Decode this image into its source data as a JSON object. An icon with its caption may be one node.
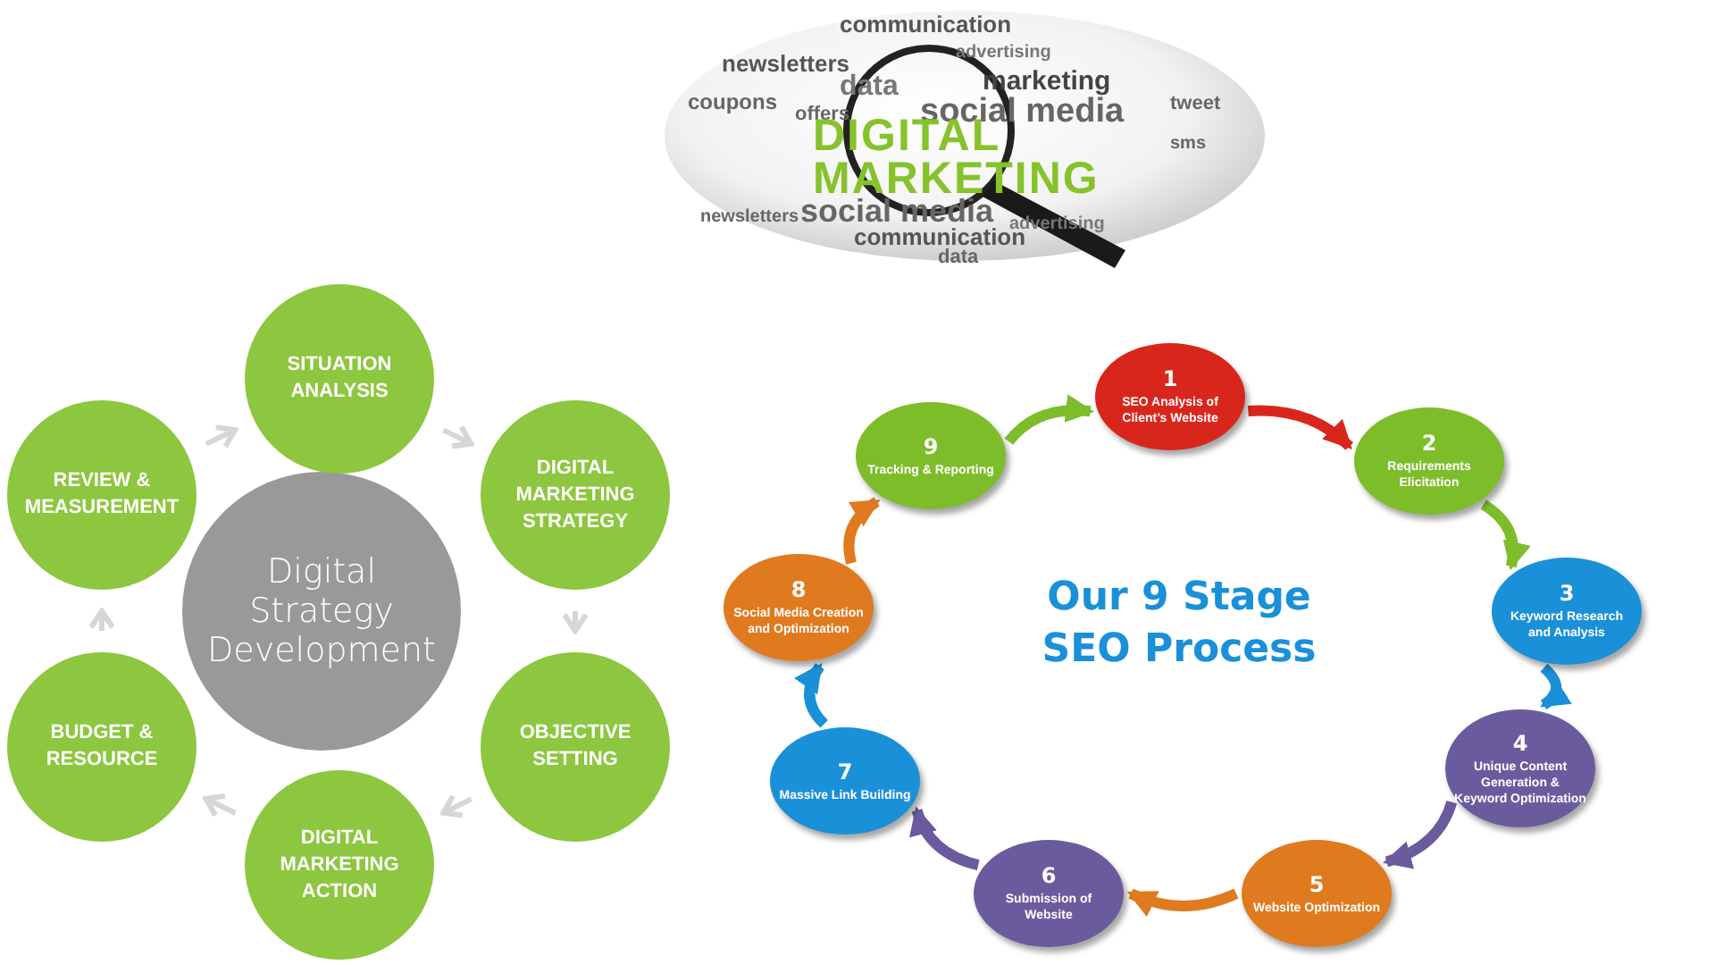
{
  "diagram": {
    "title": "Our 9 Stage SEO Process",
    "nodes": [
      {
        "text": [
          "Digital Strategy Development"
        ]
      },
      {
        "text": [
          "SITUATION ANALYSIS"
        ]
      },
      {
        "text": [
          "DIGITAL MARKETING STRATEGY"
        ]
      },
      {
        "text": [
          "OBJECTIVE SETTING"
        ]
      },
      {
        "text": [
          "DIGITAL MARKETING ACTION"
        ]
      },
      {
        "text": [
          "BUDGET & RESOURCE"
        ]
      },
      {
        "text": [
          "REVIEW & MEASUREMENT"
        ]
      },
      {
        "text": [
          "1",
          "SEO Analysis of Client’s Website"
        ]
      },
      {
        "text": [
          "2",
          "Requirements Elicitation"
        ]
      },
      {
        "text": [
          "3",
          "Keyword Research and Analysis"
        ]
      },
      {
        "text": [
          "4",
          "Unique Content Generation & Keyword Optimization"
        ]
      },
      {
        "text": [
          "5",
          "Website Optimization"
        ]
      },
      {
        "text": [
          "6",
          "Submission of Website"
        ]
      },
      {
        "text": [
          "7",
          "Massive Link Building"
        ]
      },
      {
        "text": [
          "8",
          "Social Media Creation and Optimization"
        ]
      },
      {
        "text": [
          "9",
          "Tracking & Reporting"
        ]
      }
    ],
    "edges": [
      {
        "from": 1,
        "to": 2,
        "arrow": "to"
      },
      {
        "from": 2,
        "to": 3,
        "arrow": "to"
      },
      {
        "from": 3,
        "to": 4,
        "arrow": "to"
      },
      {
        "from": 4,
        "to": 5,
        "arrow": "to"
      },
      {
        "from": 5,
        "to": 6,
        "arrow": "to"
      },
      {
        "from": 6,
        "to": 1,
        "arrow": "to"
      },
      {
        "from": 15,
        "to": 7,
        "arrow": "to",
        "color": "#7dbd2a"
      },
      {
        "from": 7,
        "to": 8,
        "arrow": "to",
        "color": "#d9261c"
      },
      {
        "from": 8,
        "to": 9,
        "arrow": "to",
        "color": "#7dbd2a"
      },
      {
        "from": 9,
        "to": 10,
        "arrow": "to",
        "color": "#1a90d8"
      },
      {
        "from": 10,
        "to": 11,
        "arrow": "to",
        "color": "#6a5b9e"
      },
      {
        "from": 11,
        "to": 12,
        "arrow": "to",
        "color": "#e07a1e"
      },
      {
        "from": 12,
        "to": 13,
        "arrow": "to",
        "color": "#6a5b9e"
      },
      {
        "from": 13,
        "to": 14,
        "arrow": "to",
        "color": "#1a90d8"
      },
      {
        "from": 14,
        "to": 15,
        "arrow": "to",
        "color": "#e07a1e"
      }
    ],
    "labels": [
      "communication",
      "newsletters",
      "advertising",
      "coupons",
      "data",
      "marketing",
      "offers",
      "social media",
      "tweet",
      "DIGITAL MARKETING",
      "sms",
      "social media",
      "communication",
      "newsletters",
      "advertising",
      "data"
    ]
  }
}
